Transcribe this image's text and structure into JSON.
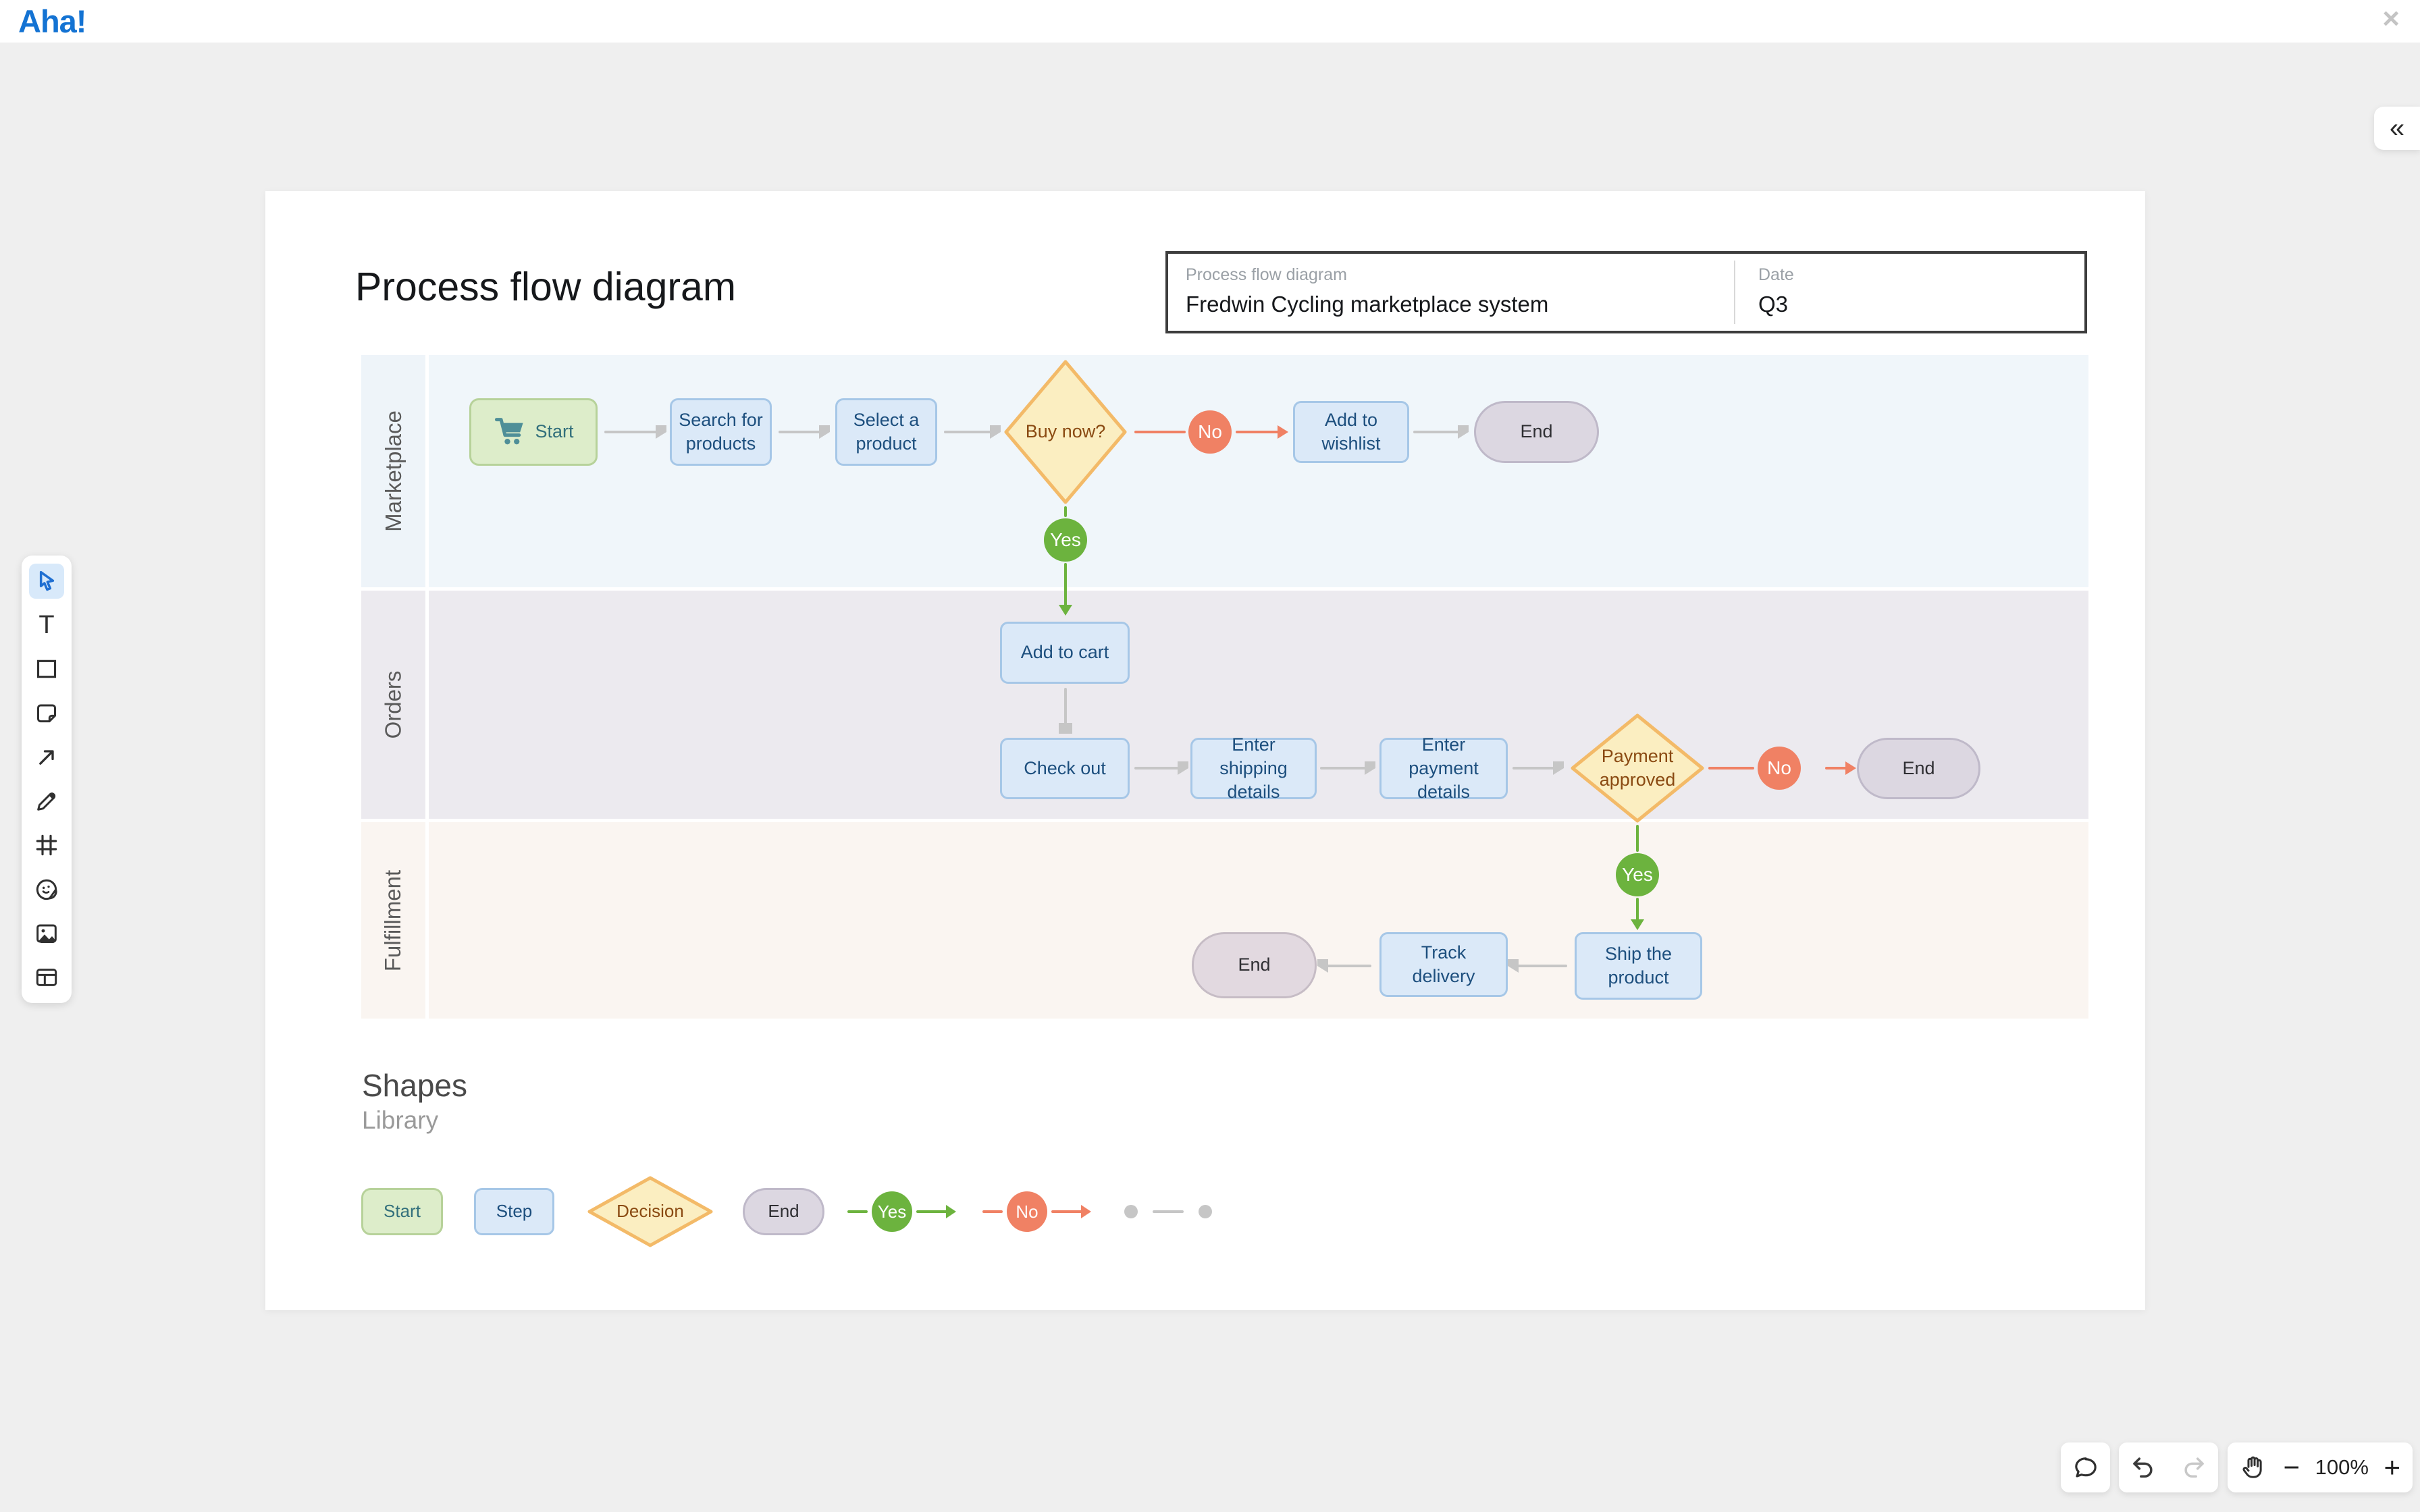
{
  "app": {
    "logo": "Aha!"
  },
  "glyphs": {
    "close": "×",
    "collapse": "«",
    "zoom_out": "−",
    "zoom_in": "+"
  },
  "board": {
    "title": "Process flow diagram",
    "title_block": {
      "name_label": "Process flow diagram",
      "name_value": "Fredwin Cycling marketplace system",
      "date_label": "Date",
      "date_value": "Q3"
    }
  },
  "lanes": [
    {
      "label": "Marketplace"
    },
    {
      "label": "Orders"
    },
    {
      "label": "Fulfillment"
    }
  ],
  "flow": {
    "start": "Start",
    "search": "Search for products",
    "select": "Select a product",
    "buy_now": "Buy now?",
    "no1": "No",
    "wishlist": "Add to wishlist",
    "end1": "End",
    "yes1": "Yes",
    "add_to_cart": "Add to cart",
    "check_out": "Check out",
    "shipping": "Enter shipping details",
    "payment": "Enter payment details",
    "approved": "Payment approved",
    "no2": "No",
    "end2": "End",
    "yes2": "Yes",
    "ship": "Ship the product",
    "track": "Track delivery",
    "end3": "End"
  },
  "shapes_panel": {
    "title": "Shapes",
    "subtitle": "Library",
    "start": "Start",
    "step": "Step",
    "decision": "Decision",
    "end": "End",
    "yes": "Yes",
    "no": "No"
  },
  "toolbar": {
    "tools": [
      "select",
      "text",
      "shape",
      "sticky-note",
      "connector",
      "pen",
      "frame",
      "sticker",
      "image",
      "table"
    ]
  },
  "controls": {
    "zoom_level": "100%"
  },
  "colors": {
    "brand_blue": "#1473d3",
    "step_fill": "#dbe9f8",
    "step_border": "#a6c7e7",
    "step_text": "#1d4f7e",
    "start_fill": "#ddedca",
    "start_border": "#b7d29a",
    "start_text": "#33707c",
    "decision_fill": "#fbeec1",
    "decision_border": "#f3ba68",
    "decision_text": "#8a4a12",
    "end_fill": "#dcd7e1",
    "end_border": "#bfb9c9",
    "yes_green": "#6cb33e",
    "no_salmon": "#f08164",
    "arrow_gray": "#c6c6c6",
    "lane_marketplace": "#f0f6fa",
    "lane_orders": "#eceaef",
    "lane_fulfillment": "#faf5f1"
  }
}
